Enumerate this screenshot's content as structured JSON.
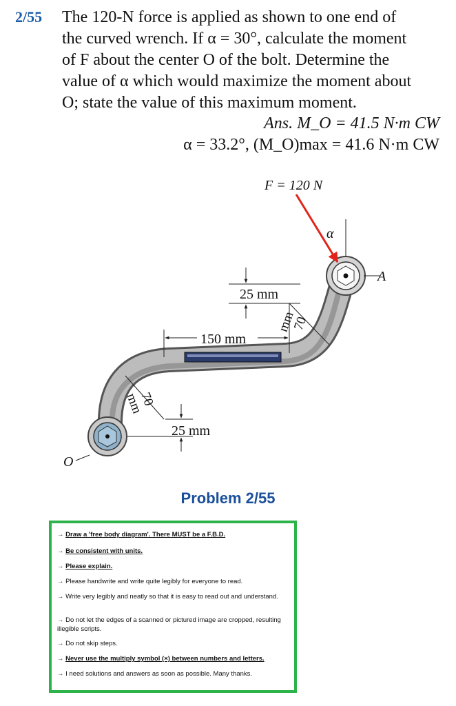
{
  "problem": {
    "number": "2/55",
    "lines": [
      "The 120-N force is applied as shown to one end of",
      "the curved wrench. If α = 30°, calculate the moment",
      "of F about the center O of the bolt. Determine the",
      "value of α which would maximize the moment about",
      "O; state the value of this maximum moment."
    ],
    "answer_line1": "Ans. M_O = 41.5 N·m CW",
    "answer_line2": "α = 33.2°, (M_O)max = 41.6 N·m CW"
  },
  "figure": {
    "force_label": "F = 120 N",
    "alpha_label": "α",
    "point_a": "A",
    "point_o": "O",
    "dim_25_top": "25 mm",
    "dim_70_top": "70",
    "dim_70_top_unit": "mm",
    "dim_150": "150 mm",
    "dim_70_bottom": "70",
    "dim_70_bottom_unit": "mm",
    "dim_25_bottom": "25 mm",
    "force_color": "#e0241b"
  },
  "caption": "Problem 2/55",
  "notes": [
    "Draw a 'free body diagram'. There MUST be a F.B.D.",
    "Be consistent with units.",
    "Please explain.",
    "Please handwrite and write quite legibly for everyone to read.",
    "Write very legibly and neatly so that it is easy to read out and understand.",
    "Do not let the edges of a scanned or pictured image are cropped, resulting illegible scripts.",
    "Do not skip steps.",
    "Never use the multiply symbol (×) between numbers and letters.",
    "I need solutions and answers as soon as possible. Many thanks."
  ],
  "note_arrow": "→",
  "note_box_color": "#2db34a"
}
